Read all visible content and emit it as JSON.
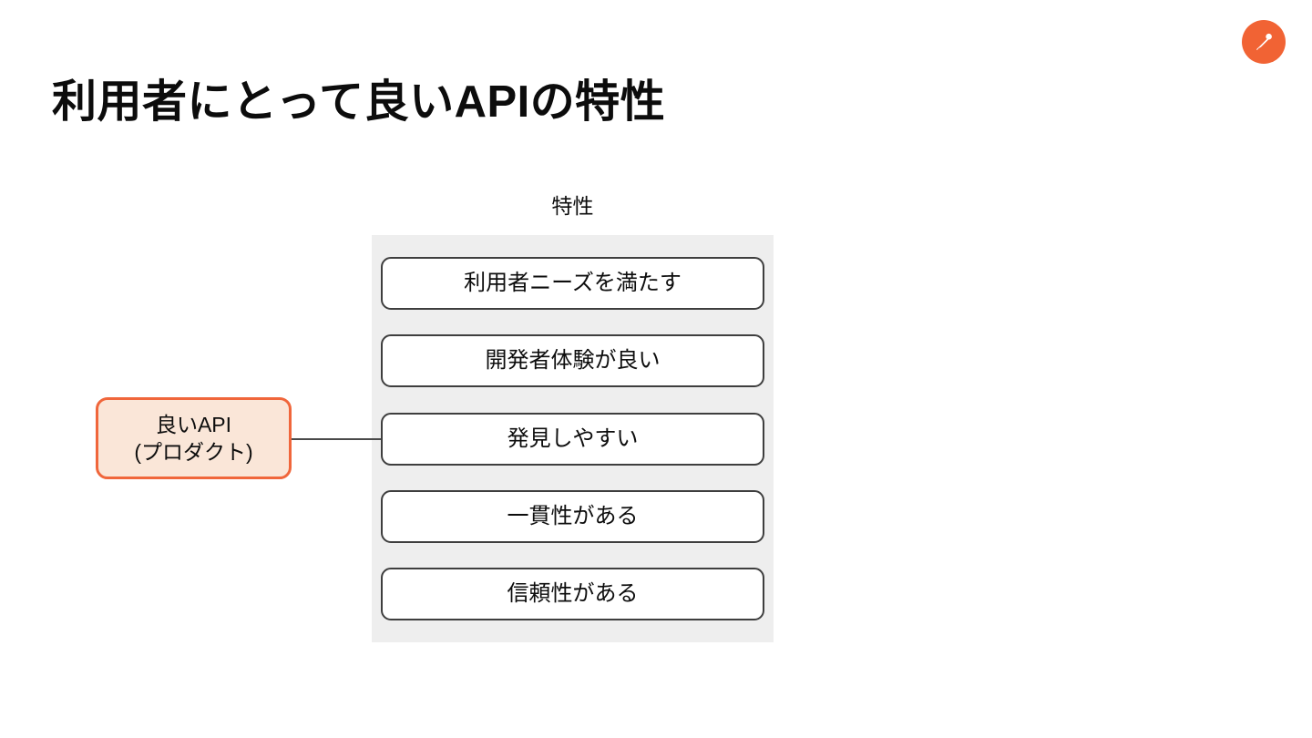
{
  "slide": {
    "title": "利用者にとって良いAPIの特性",
    "badge_icon": "pen-icon",
    "accent_color": "#f16334"
  },
  "diagram": {
    "column_header": "特性",
    "panel_color": "#eeeeee",
    "product_node": {
      "line1": "良いAPI",
      "line2": "(プロダクト)",
      "fill_color": "#fae6d8",
      "border_color": "#f0663b"
    },
    "connector": {
      "from": "product-node",
      "to": "characteristic-3"
    },
    "characteristics": [
      {
        "label": "利用者ニーズを満たす"
      },
      {
        "label": "開発者体験が良い"
      },
      {
        "label": "発見しやすい"
      },
      {
        "label": "一貫性がある"
      },
      {
        "label": "信頼性がある"
      }
    ]
  }
}
